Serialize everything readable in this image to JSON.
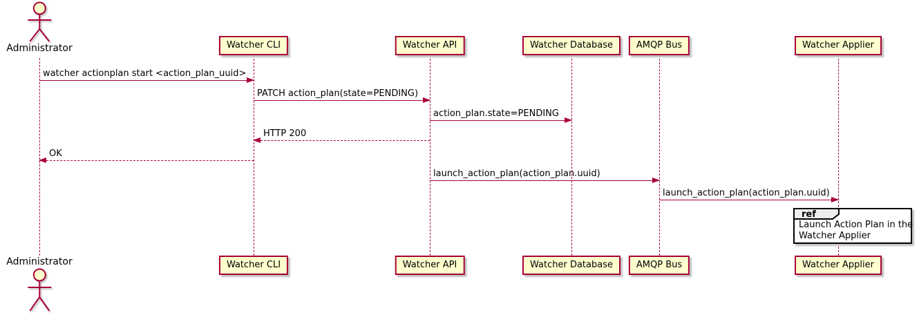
{
  "colors": {
    "accent": "#A80036",
    "participant_fill": "#FEFECE",
    "ref_header_fill": "#EEEEEE",
    "ref_border": "#000000",
    "background": "#FFFFFF"
  },
  "diagram": {
    "type": "sequence",
    "actor": {
      "name": "Administrator"
    },
    "participants": [
      {
        "name": "Watcher CLI"
      },
      {
        "name": "Watcher API"
      },
      {
        "name": "Watcher Database"
      },
      {
        "name": "AMQP Bus"
      },
      {
        "name": "Watcher Applier"
      }
    ],
    "messages": [
      {
        "from": "Administrator",
        "to": "Watcher CLI",
        "label": "watcher actionplan start <action_plan_uuid>",
        "style": "solid"
      },
      {
        "from": "Watcher CLI",
        "to": "Watcher API",
        "label": "PATCH action_plan(state=PENDING)",
        "style": "solid"
      },
      {
        "from": "Watcher API",
        "to": "Watcher Database",
        "label": "action_plan.state=PENDING",
        "style": "solid"
      },
      {
        "from": "Watcher API",
        "to": "Watcher CLI",
        "label": "HTTP 200",
        "style": "dashed"
      },
      {
        "from": "Watcher CLI",
        "to": "Administrator",
        "label": "OK",
        "style": "dashed"
      },
      {
        "from": "Watcher API",
        "to": "AMQP Bus",
        "label": "launch_action_plan(action_plan.uuid)",
        "style": "solid"
      },
      {
        "from": "AMQP Bus",
        "to": "Watcher Applier",
        "label": "launch_action_plan(action_plan.uuid)",
        "style": "solid"
      }
    ],
    "ref": {
      "keyword": "ref",
      "line1": "Launch Action Plan in the",
      "line2": "Watcher Applier"
    }
  }
}
